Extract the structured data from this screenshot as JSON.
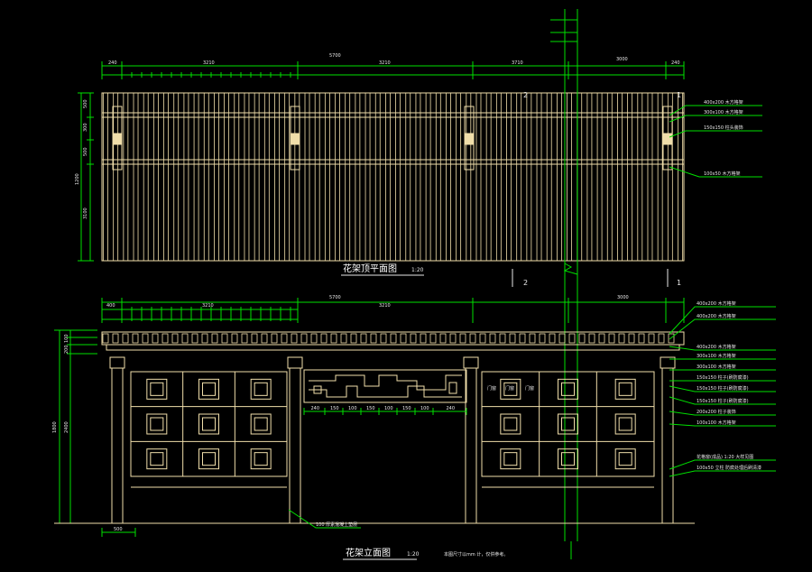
{
  "plan": {
    "title": "花架顶平面图",
    "scale": "1:20",
    "dims_top": [
      "240",
      "3210",
      "5700",
      "3210",
      "3710",
      "3000",
      "240"
    ],
    "dims_left": [
      "500",
      "300",
      "500",
      "1200",
      "3100"
    ],
    "section_marks": [
      "2",
      "2",
      "1",
      "1"
    ],
    "callouts": [
      "400x200 木方格架",
      "300x100 木方格架",
      "150x150 柱头装饰",
      "100x50 木方格架"
    ]
  },
  "elevation": {
    "title": "花架立面图",
    "scale": "1:20",
    "note": "本图尺寸以mm 计，仅供参考。",
    "dims_top": [
      "400",
      "3210",
      "5700",
      "3210",
      "3000"
    ],
    "dims_left": [
      "1800",
      "2400",
      "100",
      "200"
    ],
    "mid_dims": [
      "240",
      "150",
      "100",
      "150",
      "100",
      "150",
      "100",
      "240"
    ],
    "bottom_dim": "500",
    "base_note": "100 厚素混凝土垫层",
    "door_labels": [
      "门窗",
      "门窗",
      "门窗"
    ],
    "callouts": [
      "400x200 木方格架",
      "400x200 木方格架",
      "400x200 木方格架",
      "300x100 木方格架",
      "300x100 木方格架",
      "150x150 柱子(刷防腐漆)",
      "150x150 柱子(刷防腐漆)",
      "150x150 柱子(刷防腐漆)",
      "200x200 柱子装饰",
      "100x100 木方格架",
      "花格窗(成品)  1:20 大样见图",
      "100x50 立柱  防腐处理后刷清漆"
    ]
  },
  "colors": {
    "bg": "#000000",
    "structure": "#f0deaa",
    "dimension": "#00e000",
    "leader": "#00e000",
    "text": "#e8e8e8"
  }
}
